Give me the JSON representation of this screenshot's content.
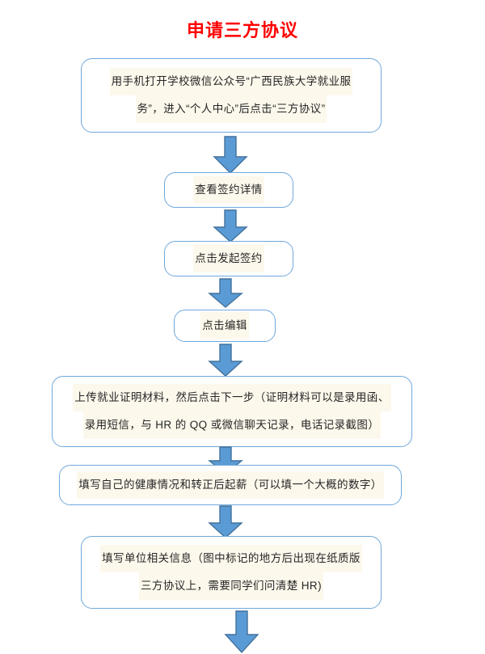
{
  "title": "申请三方协议",
  "theme": {
    "title_color": "#FF0000",
    "box_border_color": "#6FA8DC",
    "box_fill_color": "#FFFFFF",
    "text_highlight_color": "#FDF8EC",
    "arrow_fill_color": "#5B9BD5",
    "arrow_outline_color": "#41719C",
    "text_color": "#262626",
    "page_background": "#FFFFFF"
  },
  "nodes": [
    {
      "id": "step-1",
      "lines": [
        "用手机打开学校微信公众号“广西民族大学就业服",
        "务”，进入“个人中心”后点击“三方协议”"
      ]
    },
    {
      "id": "step-2",
      "lines": [
        "查看签约详情"
      ]
    },
    {
      "id": "step-3",
      "lines": [
        "点击发起签约"
      ]
    },
    {
      "id": "step-4",
      "lines": [
        "点击编辑"
      ]
    },
    {
      "id": "step-5",
      "lines": [
        "上传就业证明材料，然后点击下一步（证明材料可以是录用函、",
        "录用短信，与 HR 的 QQ 或微信聊天记录，电话记录截图）"
      ]
    },
    {
      "id": "step-6",
      "lines": [
        "填写自己的健康情况和转正后起薪（可以填一个大概的数字）"
      ]
    },
    {
      "id": "step-7",
      "lines": [
        "填写单位相关信息（图中标记的地方后出现在纸质版",
        "三方协议上，需要同学们问清楚 HR)"
      ]
    }
  ],
  "connectors": [
    {
      "id": "arrow-1",
      "from": "step-1",
      "to": "step-2",
      "icon": "down-arrow-icon"
    },
    {
      "id": "arrow-2",
      "from": "step-2",
      "to": "step-3",
      "icon": "down-arrow-icon"
    },
    {
      "id": "arrow-3",
      "from": "step-3",
      "to": "step-4",
      "icon": "down-arrow-icon"
    },
    {
      "id": "arrow-4",
      "from": "step-4",
      "to": "step-5",
      "icon": "down-arrow-icon"
    },
    {
      "id": "arrow-5",
      "from": "step-5",
      "to": "step-6",
      "icon": "down-arrow-icon"
    },
    {
      "id": "arrow-6",
      "from": "step-6",
      "to": "step-7",
      "icon": "down-arrow-icon"
    },
    {
      "id": "arrow-7",
      "from": "step-7",
      "to": "",
      "icon": "down-arrow-icon"
    }
  ]
}
